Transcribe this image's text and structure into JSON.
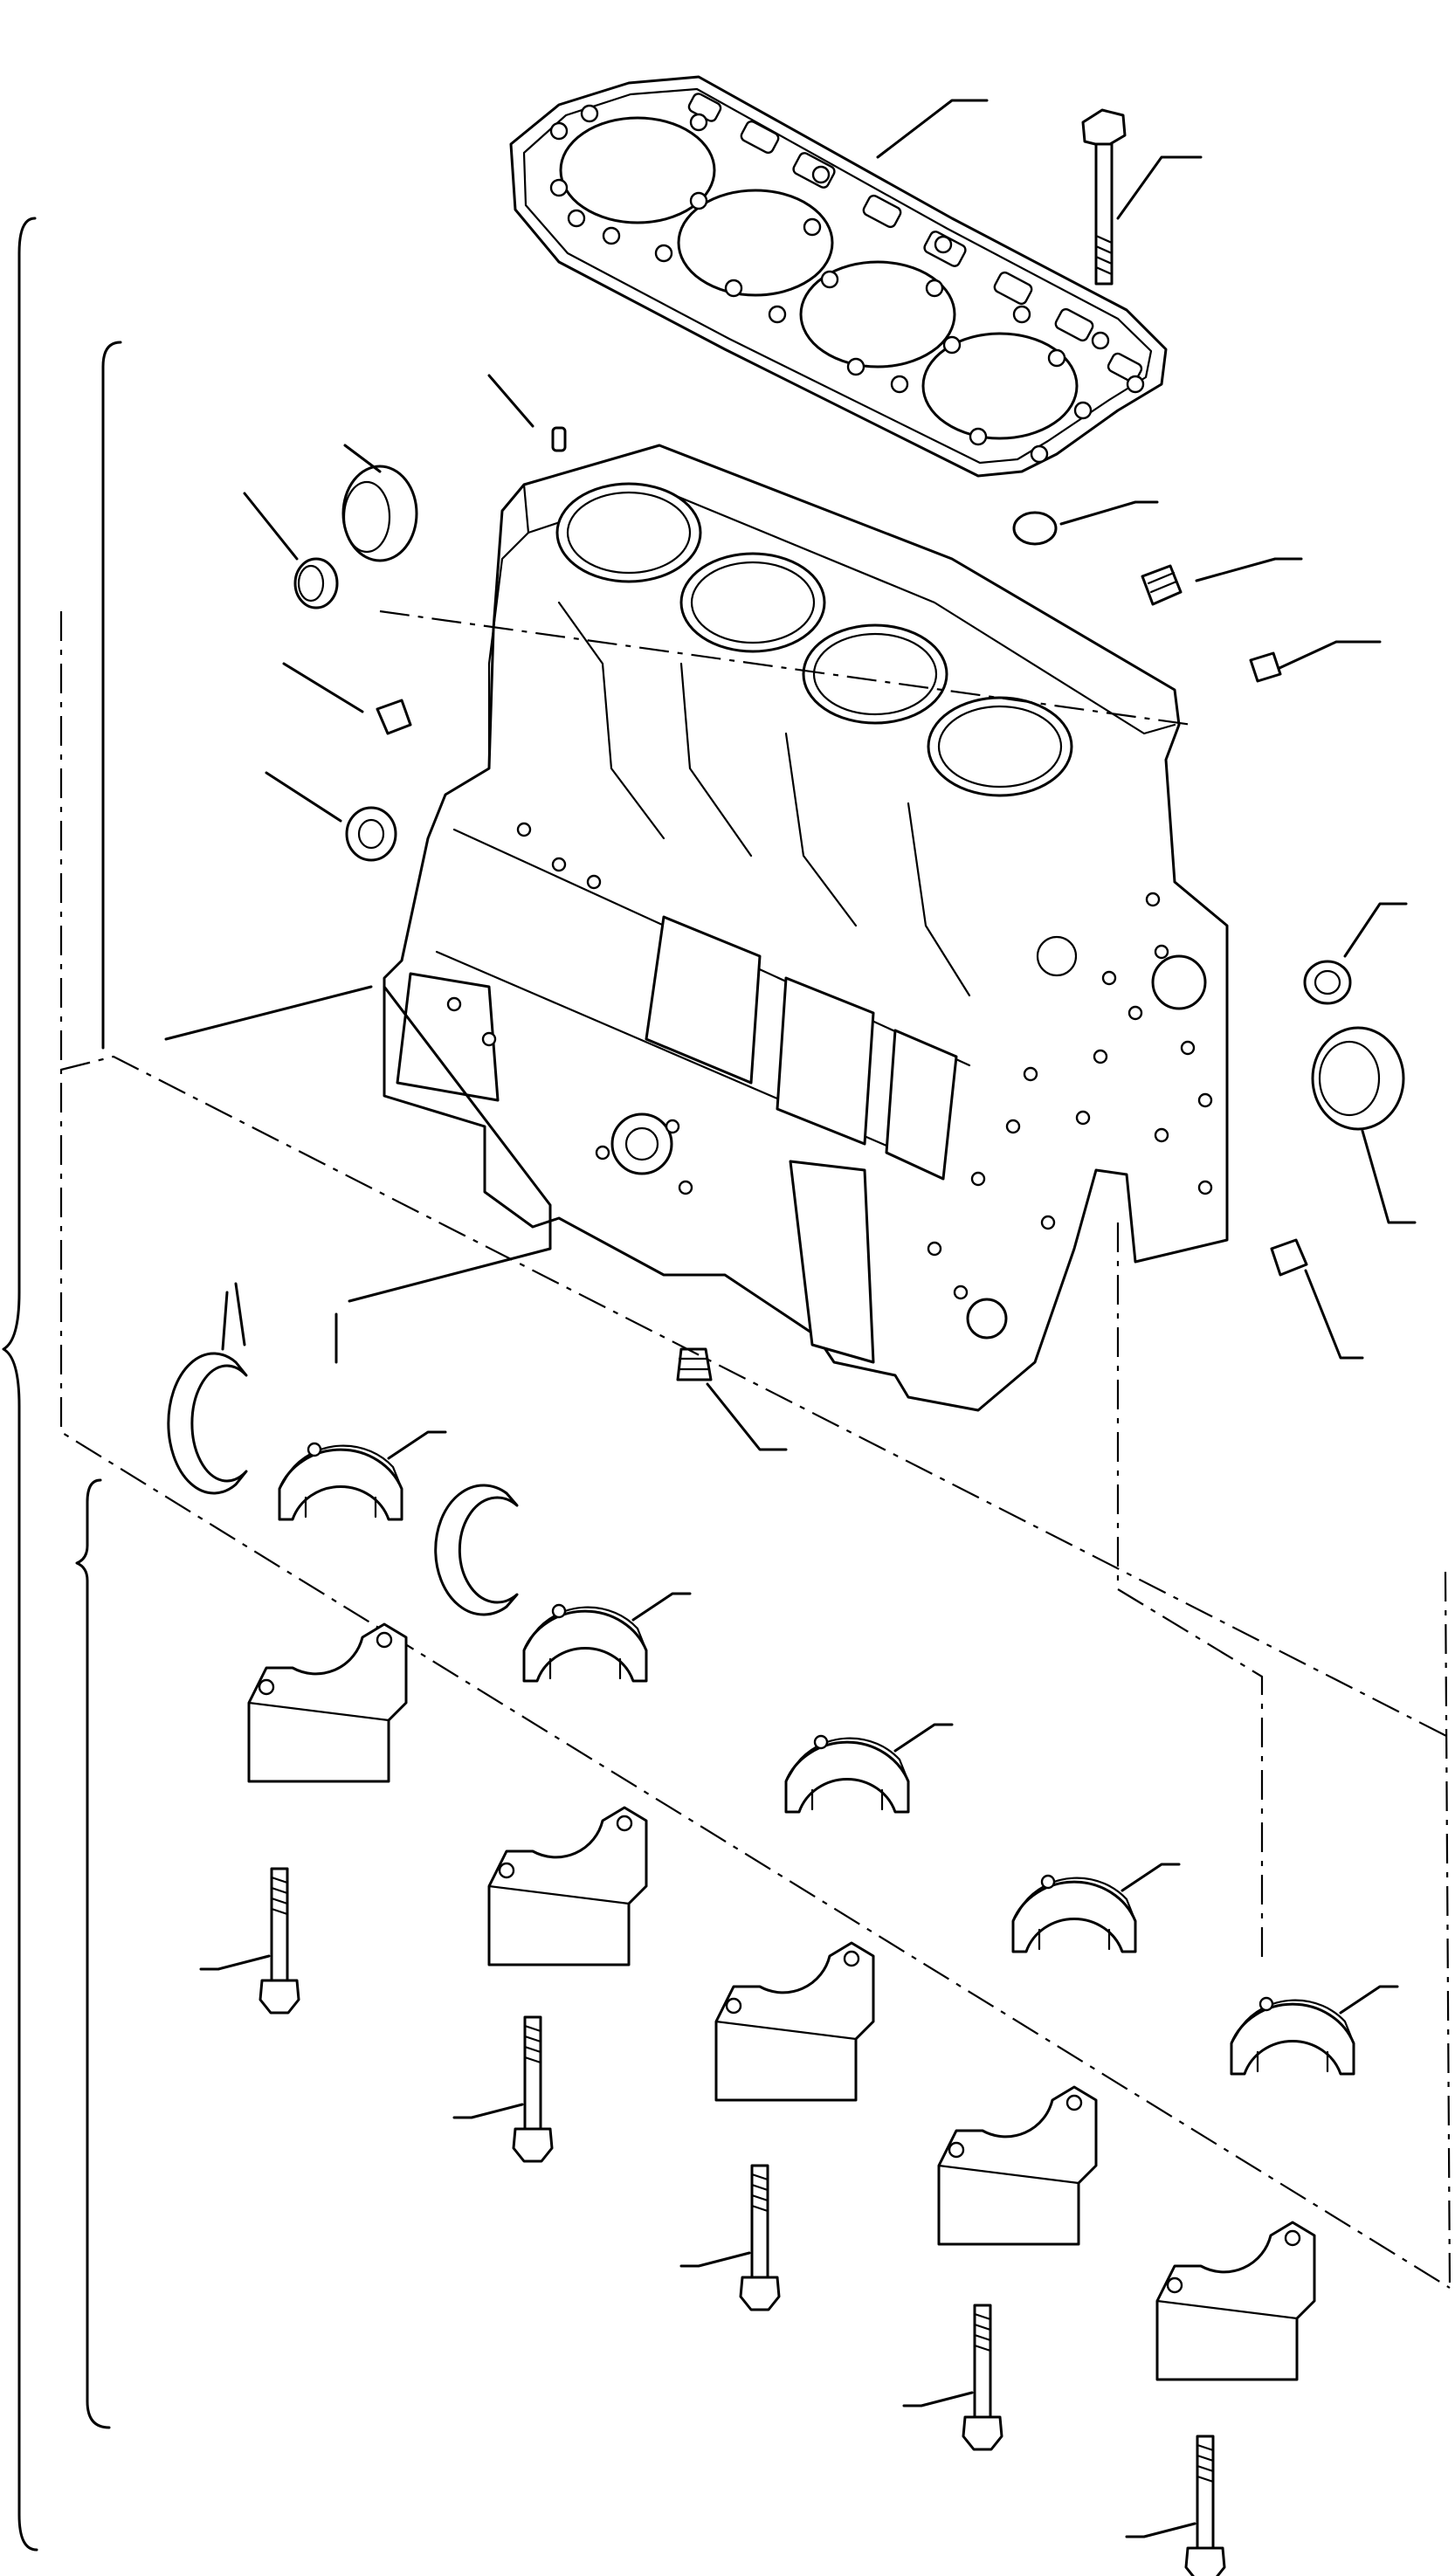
{
  "diagram": {
    "type": "exploded-parts-view",
    "callouts_text": [],
    "parts": [
      {
        "key": "cylinder-head-gasket",
        "icon": "gasket-icon"
      },
      {
        "key": "head-bolt",
        "icon": "bolt-icon"
      },
      {
        "key": "cylinder-block",
        "icon": "engine-block-icon"
      },
      {
        "key": "expansion-plug-large",
        "icon": "plug-icon"
      },
      {
        "key": "expansion-plug-small",
        "icon": "plug-icon"
      },
      {
        "key": "dowel-pin",
        "icon": "pin-icon"
      },
      {
        "key": "cup-plug",
        "icon": "plug-icon"
      },
      {
        "key": "taper-plug",
        "icon": "plug-icon"
      },
      {
        "key": "bushing",
        "icon": "bushing-icon"
      },
      {
        "key": "oil-seal",
        "icon": "seal-icon"
      },
      {
        "key": "thrust-washer",
        "icon": "washer-icon"
      },
      {
        "key": "main-bearing",
        "icon": "bearing-icon"
      },
      {
        "key": "main-bearing-cap",
        "icon": "bearing-cap-icon"
      },
      {
        "key": "cap-bolt",
        "icon": "bolt-icon"
      }
    ],
    "colors": {
      "ink": "#000000",
      "paper": "#ffffff"
    }
  }
}
